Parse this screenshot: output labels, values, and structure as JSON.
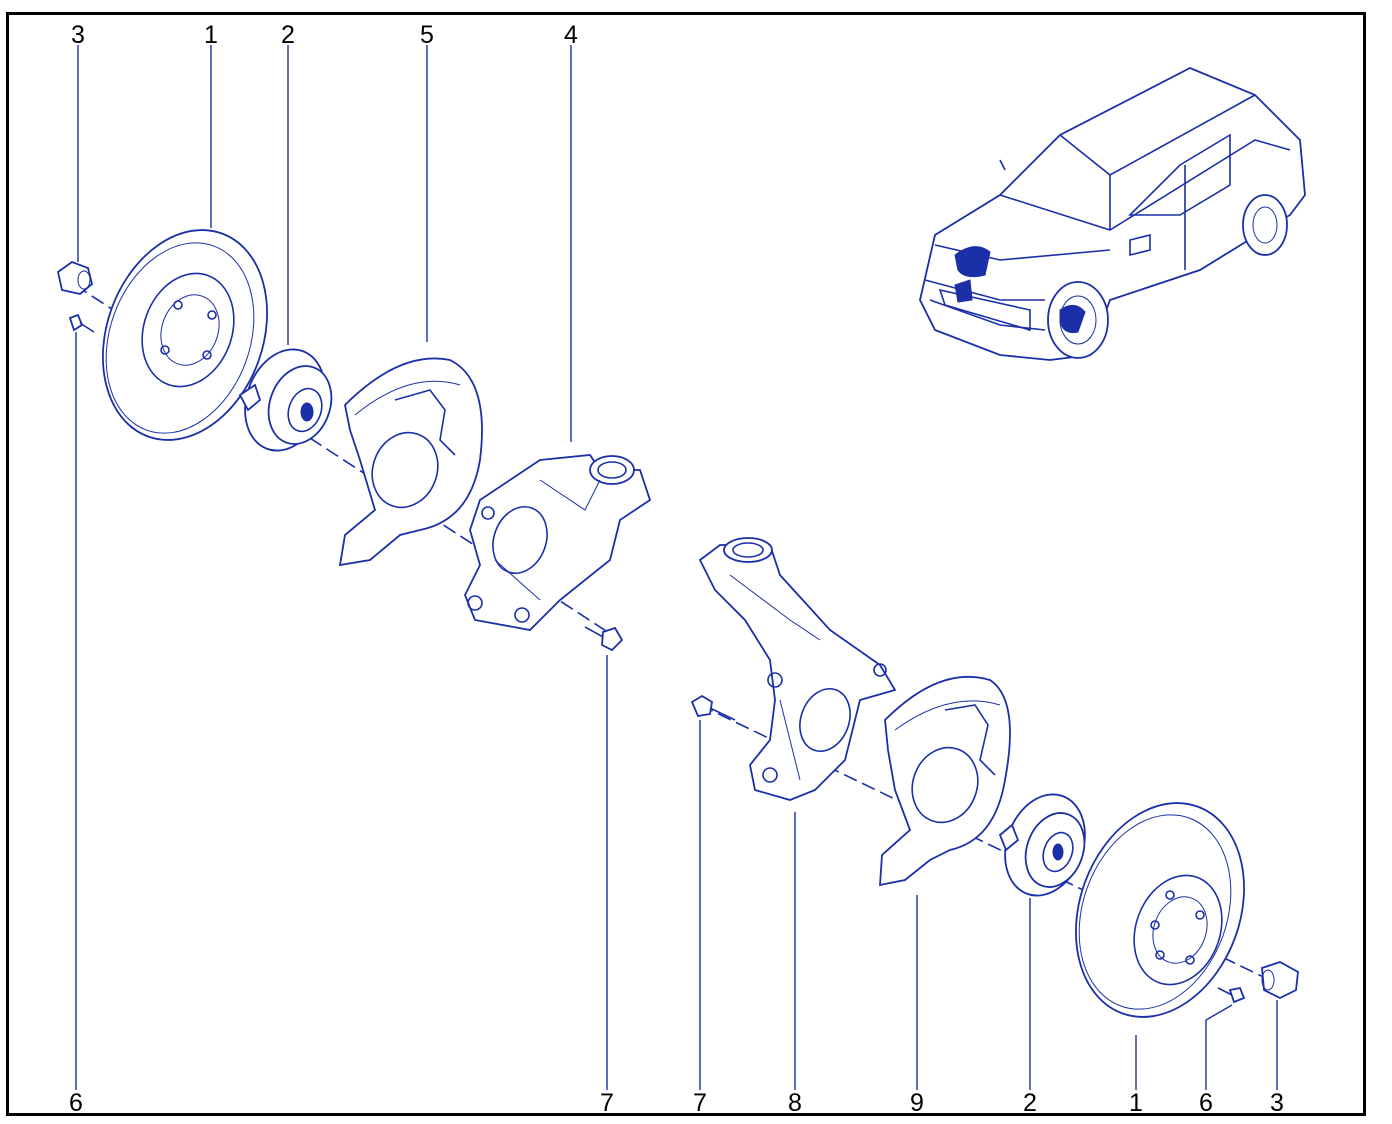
{
  "colors": {
    "line": "#1a2fa8",
    "frame": "#000000",
    "label": "#000000"
  },
  "labels": {
    "top_3": "3",
    "top_1": "1",
    "top_2": "2",
    "top_5": "5",
    "top_4": "4",
    "bottom_6a": "6",
    "bottom_7a": "7",
    "bottom_7b": "7",
    "bottom_8": "8",
    "bottom_9": "9",
    "bottom_2": "2",
    "bottom_1": "1",
    "bottom_6b": "6",
    "bottom_3": "3"
  },
  "icons": {
    "car": "car-icon",
    "nut": "hub-nut-icon",
    "screw": "screw-icon",
    "disc": "brake-disc-icon",
    "hub": "wheel-hub-icon",
    "shield": "splash-shield-icon",
    "knuckle": "steering-knuckle-icon",
    "bolt": "bolt-icon"
  }
}
